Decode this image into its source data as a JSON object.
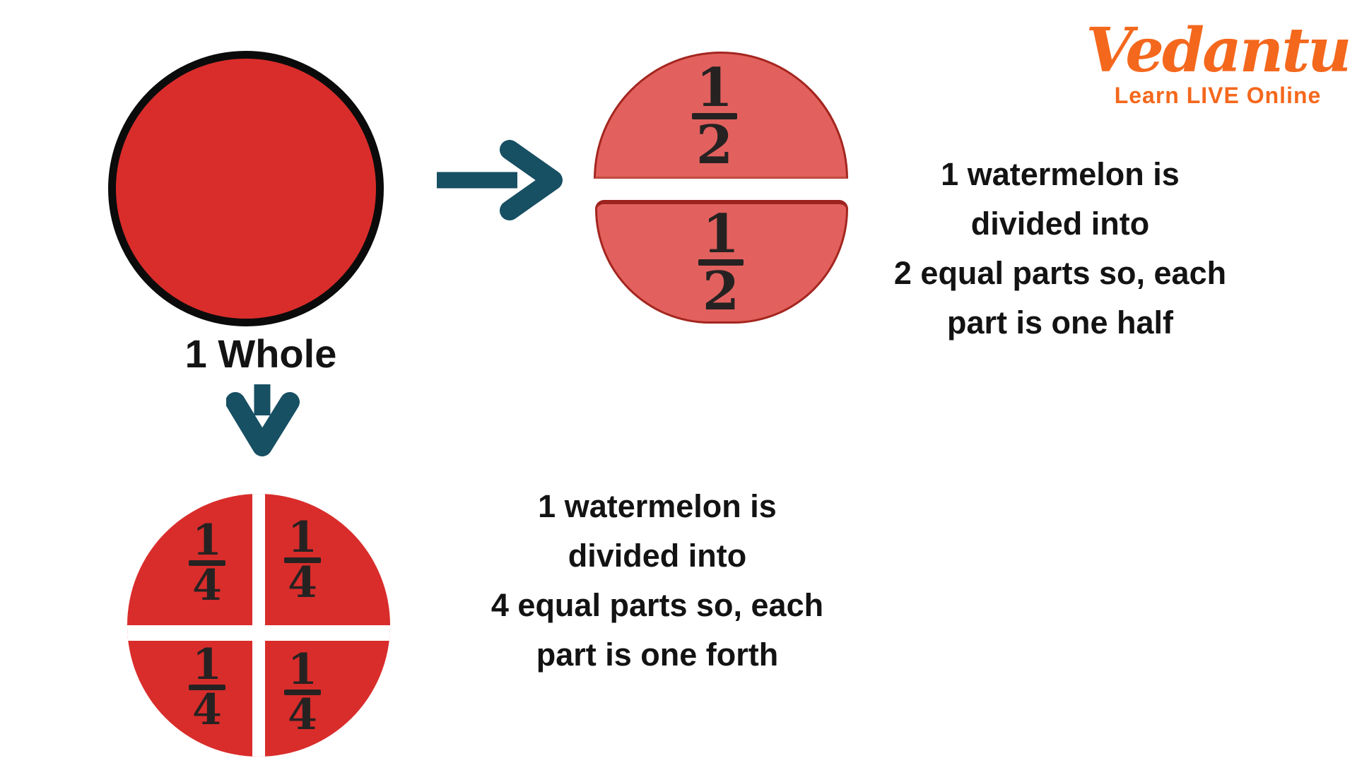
{
  "brand": {
    "wordmark": "Vedantu",
    "tagline": "Learn LIVE Online"
  },
  "whole_section": {
    "label": "1 Whole"
  },
  "halves_section": {
    "top_fraction": {
      "numerator": "1",
      "denominator": "2"
    },
    "bottom_fraction": {
      "numerator": "1",
      "denominator": "2"
    },
    "caption_lines": [
      "1 watermelon is",
      "divided into",
      "2 equal parts so, each",
      "part is one half"
    ]
  },
  "quarters_section": {
    "fractions": [
      {
        "numerator": "1",
        "denominator": "4"
      },
      {
        "numerator": "1",
        "denominator": "4"
      },
      {
        "numerator": "1",
        "denominator": "4"
      },
      {
        "numerator": "1",
        "denominator": "4"
      }
    ],
    "caption_lines": [
      "1 watermelon is",
      "divided into",
      "4 equal parts so, each",
      "part is one forth"
    ]
  },
  "colors": {
    "watermelon_red": "#D92D2B",
    "watermelon_salmon": "#E2615E",
    "rind_dark_red": "#A3261F",
    "outline_black": "#0B0B0B",
    "arrow_teal": "#174F63",
    "text_black": "#131313",
    "brand_orange": "#F4681D"
  }
}
